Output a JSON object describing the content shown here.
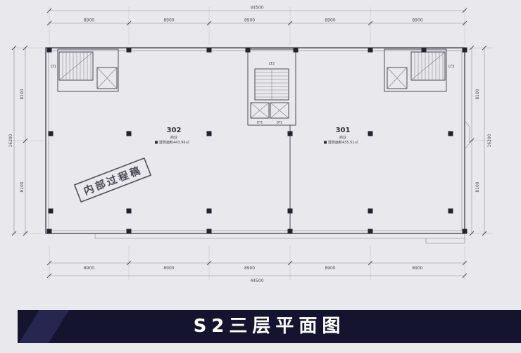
{
  "banner": {
    "title": "S2三层平面图"
  },
  "plan": {
    "watermark": "内部过程稿",
    "rooms": [
      {
        "number": "302",
        "use": "商业",
        "area": "建筑面积443.96㎡"
      },
      {
        "number": "301",
        "use": "商业",
        "area": "建筑面积435.51㎡"
      }
    ],
    "cores": {
      "left_stair": "LT1",
      "mid_stair": "LT2",
      "right_stair": "LT3",
      "elev1": "DT1",
      "elev2": "DT2"
    },
    "dims": {
      "top_total": "44500",
      "top_segments": [
        "8900",
        "8900",
        "8900",
        "8900",
        "8900"
      ],
      "bottom_segments": [
        "8900",
        "8900",
        "8900",
        "8900",
        "8900"
      ],
      "bottom_total": "44500",
      "left_segments": [
        "8100",
        "8100"
      ],
      "left_total": "16200",
      "right_segments": [
        "8100",
        "8100"
      ],
      "right_total": "16200"
    }
  },
  "colors": {
    "page_bg": "#e9e9ed",
    "banner_bg": "#14142e",
    "line": "#2f2f38"
  }
}
